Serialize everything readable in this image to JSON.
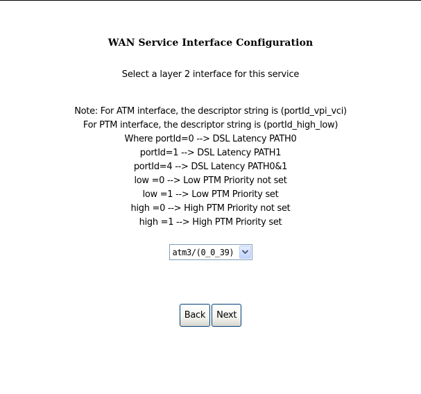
{
  "page": {
    "title": "WAN Service Interface Configuration",
    "subtitle": "Select a layer 2 interface for this service"
  },
  "notes": [
    "Note: For ATM interface, the descriptor string is (portId_vpi_vci)",
    "For PTM interface, the descriptor string is (portId_high_low)",
    "Where portId=0 --> DSL Latency PATH0",
    "portId=1 --> DSL Latency PATH1",
    "portId=4 --> DSL Latency PATH0&1",
    "low =0 --> Low PTM Priority not set",
    "low =1 --> Low PTM Priority set",
    "high =0 --> High PTM Priority not set",
    "high =1 --> High PTM Priority set"
  ],
  "interface_select": {
    "selected": "atm3/(0_0_39)",
    "arrow_icon": "chevron-down-icon"
  },
  "buttons": {
    "back_label": "Back",
    "next_label": "Next"
  },
  "colors": {
    "button_border": "#003c74",
    "select_border": "#7f9db9",
    "arrow_color": "#4d6185"
  }
}
